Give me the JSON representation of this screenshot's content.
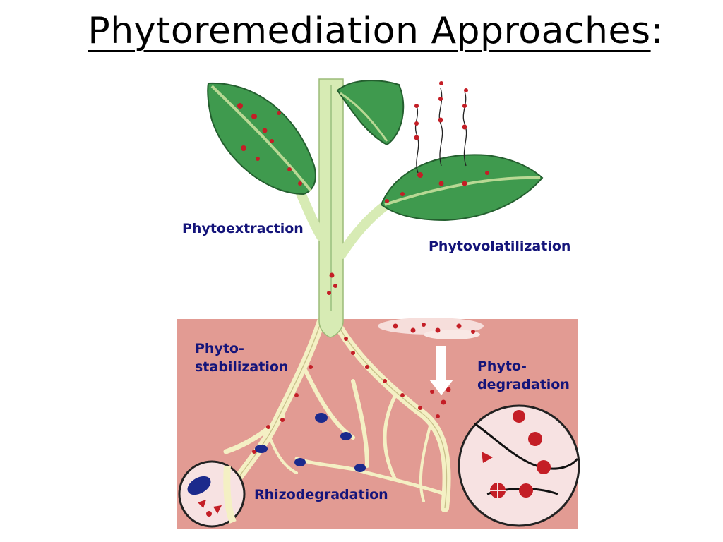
{
  "title": "Phytoremediation Approaches",
  "title_suffix": ":",
  "labels": {
    "phytoextraction": "Phytoextraction",
    "phytovolatilization": "Phytovolatilization",
    "phytostabilization_1": "Phyto-",
    "phytostabilization_2": "stabilization",
    "phytodegradation_1": "Phyto-",
    "phytodegradation_2": "degradation",
    "rhizodegradation": "Rhizodegradation"
  },
  "colors": {
    "soil": "#e29b93",
    "leaf": "#3f9a4e",
    "stem": "#d7ebb4",
    "root": "#f4f0c4",
    "contaminant": "#c41e26",
    "microbe": "#1c2a8c",
    "label": "#14147a"
  }
}
